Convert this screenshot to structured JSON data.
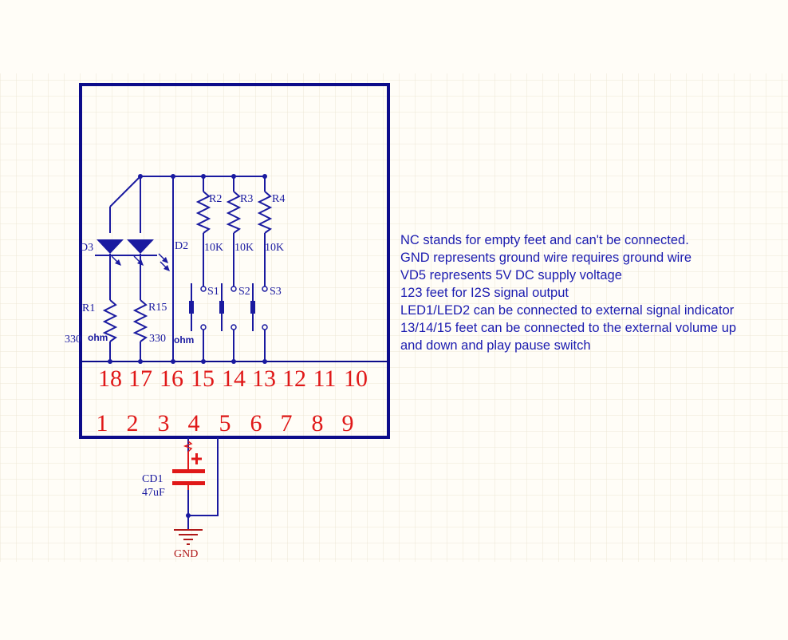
{
  "pins_top": [
    "18",
    "17",
    "16",
    "15",
    "14",
    "13",
    "12",
    "11",
    "10"
  ],
  "pins_bottom": [
    "1",
    "2",
    "3",
    "4",
    "5",
    "6",
    "7",
    "8",
    "9"
  ],
  "components": {
    "d3": "D3",
    "d2": "D2",
    "r1": "R1",
    "r1_value_a": "330",
    "r1_value_b": "ohm",
    "r15": "R15",
    "r15_value_a": "330",
    "r15_value_b": "ohm",
    "r2": "R2",
    "r3": "R3",
    "r4": "R4",
    "r2_value": "10K",
    "r3_value": "10K",
    "r4_value": "10K",
    "s1": "S1",
    "s2": "S2",
    "s3": "S3",
    "cd1": "CD1",
    "cd1_value": "47uF",
    "gnd": "GND"
  },
  "notes": [
    "NC stands for empty feet and can't be connected.",
    "GND represents ground wire requires ground wire",
    "VD5 represents 5V DC supply voltage",
    "123 feet for I2S signal output",
    "LED1/LED2 can be connected to external signal indicator",
    "13/14/15 feet can be connected to the external volume up",
    "and down and play pause switch"
  ],
  "colors": {
    "outline": "#0c0c8a",
    "wire": "#1a1aa0",
    "component": "#1a1aa0",
    "pin_number": "#e01818",
    "capacitor": "#e01818",
    "gnd": "#b01818",
    "note_text": "#1c1cb0",
    "grid": "#ece6d6"
  }
}
